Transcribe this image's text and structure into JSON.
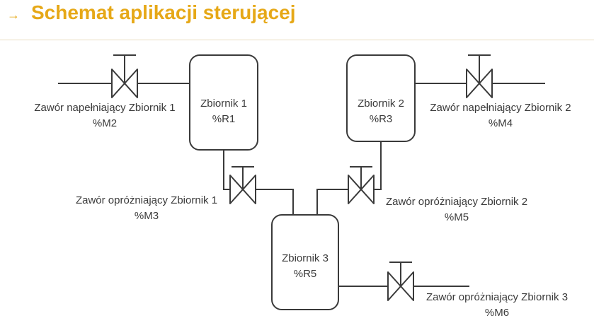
{
  "header": {
    "arrow_icon": "arrow-right-icon",
    "title": "Schemat aplikacji sterującej"
  },
  "colors": {
    "accent": "#e6a817",
    "line": "#3a3a3a"
  },
  "tanks": [
    {
      "id": "t1",
      "name": "Zbiornik 1",
      "register": "%R1"
    },
    {
      "id": "t2",
      "name": "Zbiornik 2",
      "register": "%R3"
    },
    {
      "id": "t3",
      "name": "Zbiornik 3",
      "register": "%R5"
    }
  ],
  "valves": [
    {
      "id": "v1",
      "name": "Zawór napełniający Zbiornik 1",
      "marker": "%M2"
    },
    {
      "id": "v2",
      "name": "Zawór napełniający Zbiornik 2",
      "marker": "%M4"
    },
    {
      "id": "v3",
      "name": "Zawór opróżniający Zbiornik 1",
      "marker": "%M3"
    },
    {
      "id": "v4",
      "name": "Zawór opróżniający Zbiornik 2",
      "marker": "%M5"
    },
    {
      "id": "v5",
      "name": "Zawór opróżniający Zbiornik 3",
      "marker": "%M6"
    }
  ]
}
